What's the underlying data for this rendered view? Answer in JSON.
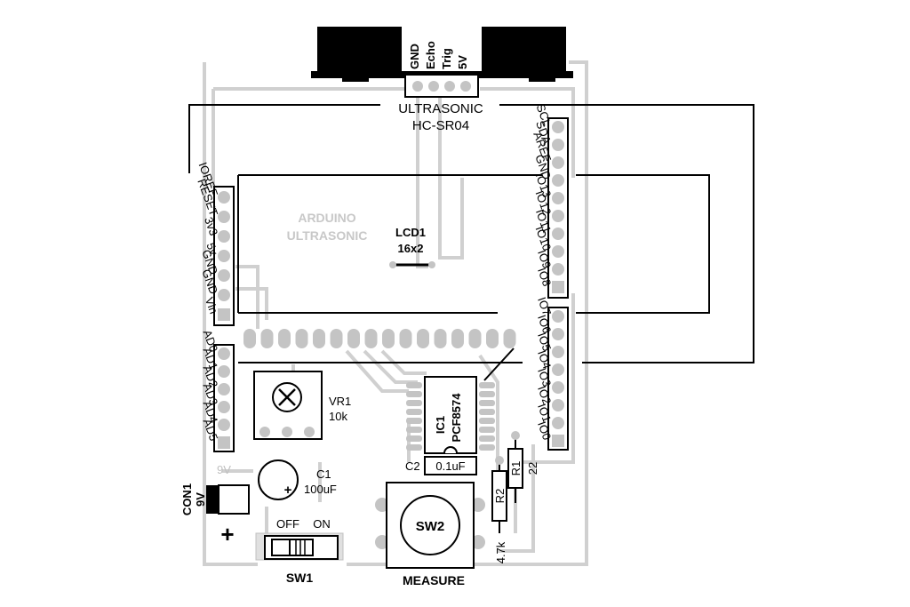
{
  "ultrasonic": {
    "pins": [
      "GND",
      "Echo",
      "Trig",
      "5V"
    ],
    "name": "ULTRASONIC",
    "model": "HC-SR04"
  },
  "board_label": {
    "line1": "ARDUINO",
    "line2": "ULTRASONIC"
  },
  "lcd": {
    "ref": "LCD1",
    "value": "16x2"
  },
  "left_power_pins": [
    "IOREF",
    "RESET",
    "3v3",
    "5v",
    "GND",
    "GND",
    "Vin"
  ],
  "left_analog_pins": [
    "AD0",
    "AD1",
    "AD2",
    "AD3",
    "AD4",
    "AD5"
  ],
  "right_top_pins": [
    "SCL",
    "SDA",
    "AREF",
    "GND",
    "IO13",
    "IO12",
    "IO11",
    "IO10",
    "IO9",
    "IO8"
  ],
  "right_bottom_pins": [
    "IO7",
    "IO6",
    "IO5",
    "IO4",
    "IO3",
    "IO2",
    "IO1",
    "IO0"
  ],
  "vr1": {
    "ref": "VR1",
    "value": "10k"
  },
  "ic1": {
    "ref": "IC1",
    "value": "PCF8574"
  },
  "c1": {
    "ref": "C1",
    "value": "100uF"
  },
  "c2": {
    "ref": "C2",
    "value": "0.1uF"
  },
  "r1": {
    "ref": "R1",
    "value": "22"
  },
  "r2": {
    "ref": "R2",
    "value": "4.7k"
  },
  "con1": {
    "ref": "CON1",
    "value": "9V",
    "silk": "9V",
    "plus": "+"
  },
  "sw1": {
    "ref": "SW1",
    "off": "OFF",
    "on": "ON"
  },
  "sw2": {
    "ref": "SW2",
    "label": "MEASURE"
  }
}
